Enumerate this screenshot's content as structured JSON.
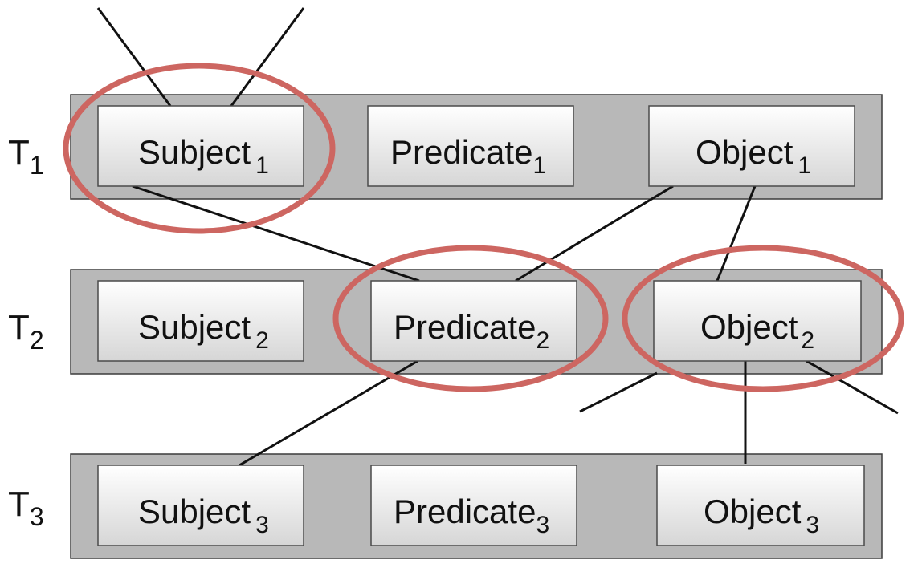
{
  "rows": [
    {
      "label": "T",
      "label_sub": "1",
      "cells": [
        {
          "text": "Subject",
          "sub": "1"
        },
        {
          "text": "Predicate",
          "sub": "1"
        },
        {
          "text": "Object",
          "sub": "1"
        }
      ]
    },
    {
      "label": "T",
      "label_sub": "2",
      "cells": [
        {
          "text": "Subject",
          "sub": "2"
        },
        {
          "text": "Predicate",
          "sub": "2"
        },
        {
          "text": "Object",
          "sub": "2"
        }
      ]
    },
    {
      "label": "T",
      "label_sub": "3",
      "cells": [
        {
          "text": "Subject",
          "sub": "3"
        },
        {
          "text": "Predicate",
          "sub": "3"
        },
        {
          "text": "Object",
          "sub": "3"
        }
      ]
    }
  ],
  "highlighted_cells": [
    "T1.Subject",
    "T2.Predicate",
    "T2.Object"
  ],
  "colors": {
    "row_bar": "#b8b8b8",
    "cell_top": "#ffffff",
    "cell_bottom": "#d6d6d6",
    "edge": "#111111",
    "highlight": "#cd6661"
  }
}
